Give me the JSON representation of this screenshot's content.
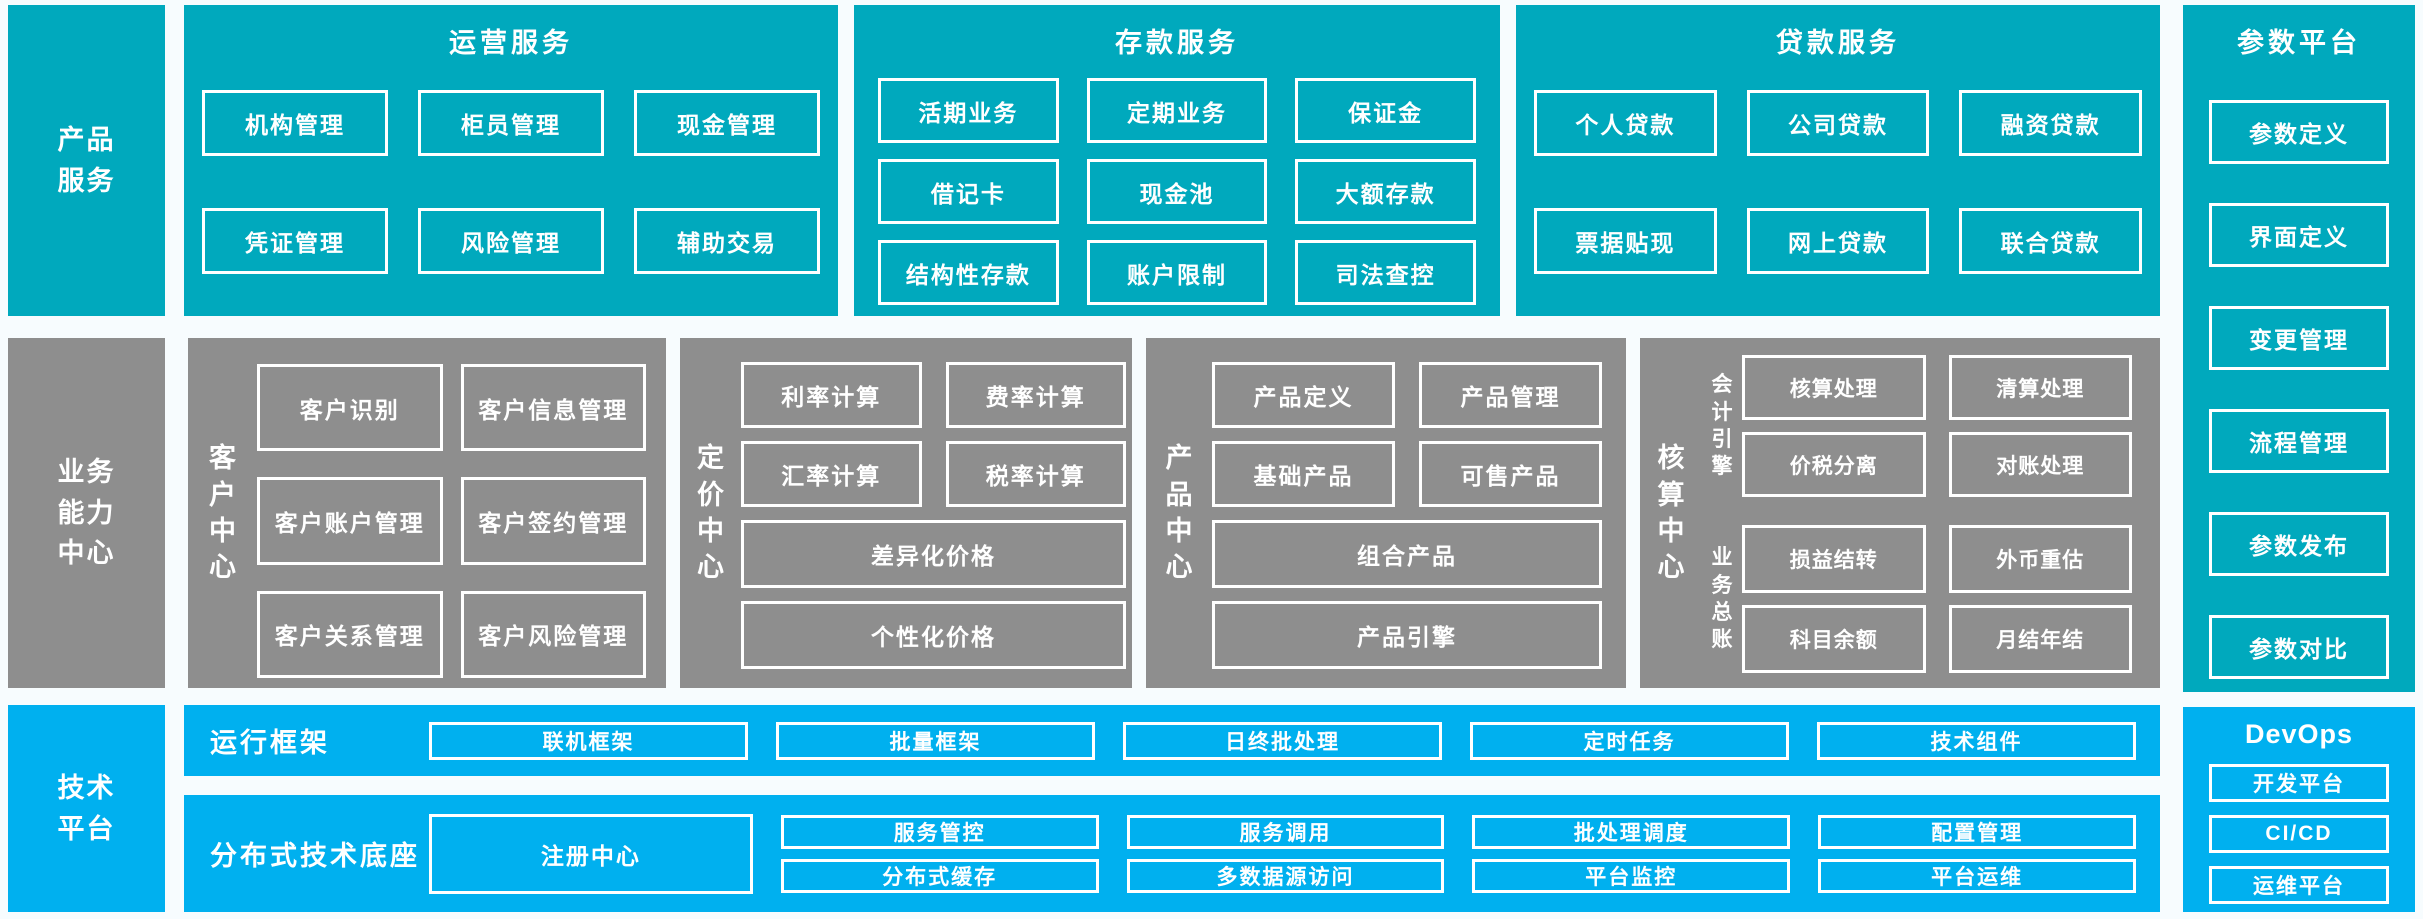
{
  "palette": {
    "teal": "#00a9bd",
    "gray": "#8e8e8e",
    "blue": "#00b0ef",
    "bg": "#f7fcfe",
    "ink": "#ffffff"
  },
  "sidebar": {
    "product": "产品\n服务",
    "capability": "业务\n能力\n中心",
    "tech": "技术\n平台"
  },
  "operations": {
    "title": "运营服务",
    "items": [
      "机构管理",
      "柜员管理",
      "现金管理",
      "凭证管理",
      "风险管理",
      "辅助交易"
    ]
  },
  "deposit": {
    "title": "存款服务",
    "items": [
      "活期业务",
      "定期业务",
      "保证金",
      "借记卡",
      "现金池",
      "大额存款",
      "结构性存款",
      "账户限制",
      "司法查控"
    ]
  },
  "loan": {
    "title": "贷款服务",
    "items": [
      "个人贷款",
      "公司贷款",
      "融资贷款",
      "票据贴现",
      "网上贷款",
      "联合贷款"
    ]
  },
  "parameter": {
    "title": "参数平台",
    "items": [
      "参数定义",
      "界面定义",
      "变更管理",
      "流程管理",
      "参数发布",
      "参数对比"
    ]
  },
  "centers": {
    "customer": {
      "label": "客户中心",
      "items": [
        "客户识别",
        "客户信息管理",
        "客户账户管理",
        "客户签约管理",
        "客户关系管理",
        "客户风险管理"
      ]
    },
    "pricing": {
      "label": "定价中心",
      "row1": [
        "利率计算",
        "费率计算"
      ],
      "row2": [
        "汇率计算",
        "税率计算"
      ],
      "wide1": "差异化价格",
      "wide2": "个性化价格"
    },
    "product": {
      "label": "产品中心",
      "row1": [
        "产品定义",
        "产品管理"
      ],
      "row2": [
        "基础产品",
        "可售产品"
      ],
      "wide1": "组合产品",
      "wide2": "产品引擎"
    },
    "accounting": {
      "label": "核算中心",
      "engine": {
        "label": "会计引擎",
        "items": [
          "核算处理",
          "清算处理",
          "价税分离",
          "对账处理"
        ]
      },
      "ledger": {
        "label": "业务总账",
        "items": [
          "损益结转",
          "外币重估",
          "科目余额",
          "月结年结"
        ]
      }
    }
  },
  "tech": {
    "runtime": {
      "label": "运行框架",
      "items": [
        "联机框架",
        "批量框架",
        "日终批处理",
        "定时任务",
        "技术组件"
      ]
    },
    "base": {
      "label": "分布式技术底座",
      "registry": "注册中心",
      "cols": [
        [
          "服务管控",
          "分布式缓存"
        ],
        [
          "服务调用",
          "多数据源访问"
        ],
        [
          "批处理调度",
          "平台监控"
        ],
        [
          "配置管理",
          "平台运维"
        ]
      ]
    },
    "devops": {
      "title": "DevOps",
      "items": [
        "开发平台",
        "CI/CD",
        "运维平台"
      ]
    }
  }
}
